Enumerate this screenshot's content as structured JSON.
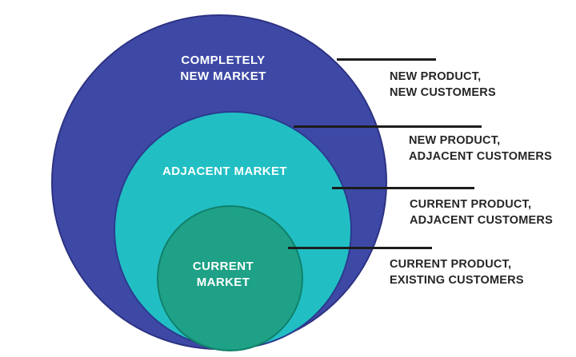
{
  "diagram": {
    "type": "nested-circles",
    "background": "#ffffff",
    "connector_color": "#1c1c1c",
    "annotation_text_color": "#262626",
    "circle_label_color": "#ffffff",
    "circles": [
      {
        "id": "completely-new-market",
        "label": "COMPLETELY\nNEW MARKET",
        "fill": "#3e49a6",
        "stroke": "#2c3282"
      },
      {
        "id": "adjacent-market",
        "label": "ADJACENT MARKET",
        "fill": "#21bfc4",
        "stroke": "#2b3a8e"
      },
      {
        "id": "current-market",
        "label": "CURRENT\nMARKET",
        "fill": "#1ea186",
        "stroke": "#11806b"
      }
    ],
    "annotations": [
      {
        "target": "completely-new-market",
        "label": "NEW PRODUCT,\nNEW CUSTOMERS"
      },
      {
        "target": "adjacent-market",
        "label": "NEW PRODUCT,\nADJACENT CUSTOMERS"
      },
      {
        "target": "adjacent-market-inner",
        "label": "CURRENT PRODUCT,\nADJACENT CUSTOMERS"
      },
      {
        "target": "current-market",
        "label": "CURRENT PRODUCT,\nEXISTING CUSTOMERS"
      }
    ]
  }
}
